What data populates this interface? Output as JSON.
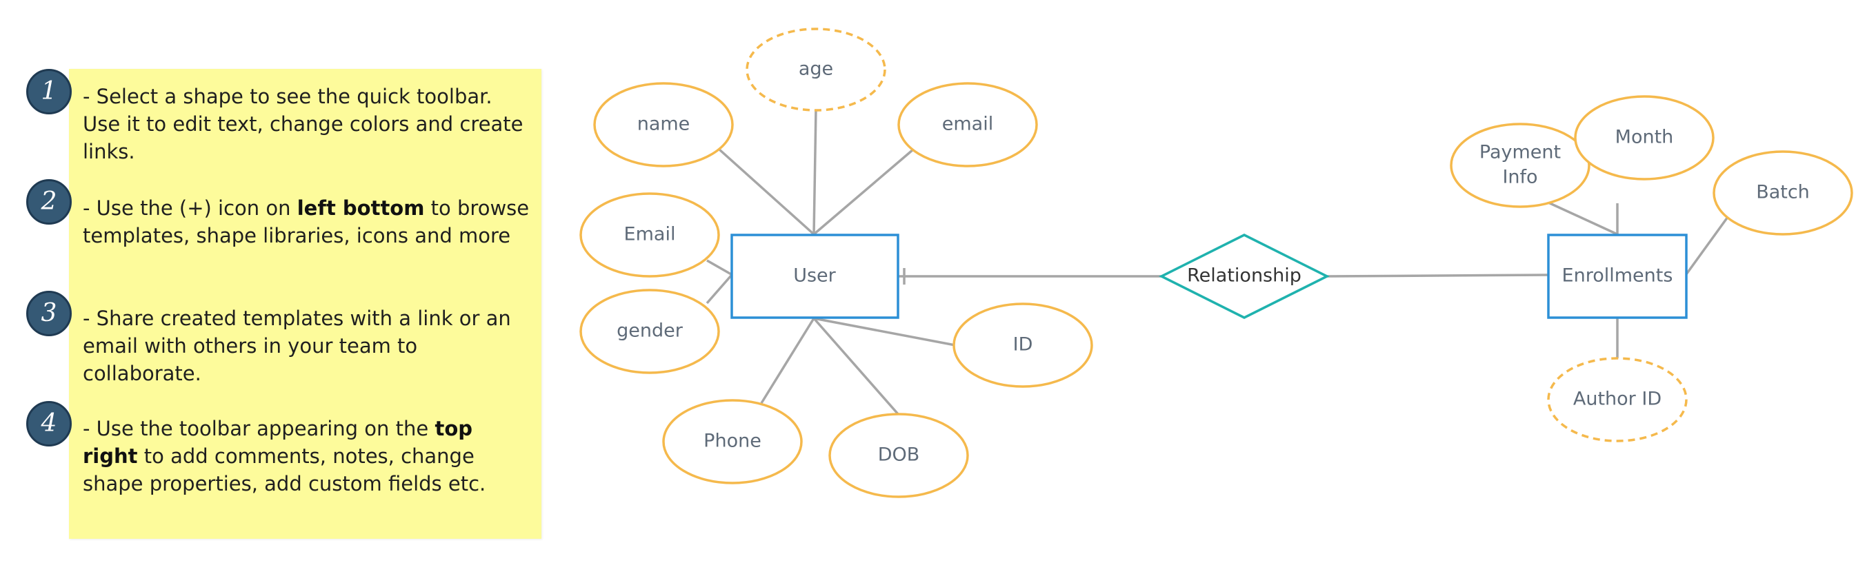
{
  "notes": {
    "items": [
      {
        "number": "1",
        "pre": " - Select a shape to see the quick toolbar. Use it to edit text, change colors and create links.",
        "bold": "",
        "post": ""
      },
      {
        "number": "2",
        "pre": " - Use the (+) icon on ",
        "bold": "left bottom",
        "post": " to browse templates, shape libraries, icons and more"
      },
      {
        "number": "3",
        "pre": " - Share created templates with a link or an email with others in your team to collaborate.",
        "bold": "",
        "post": ""
      },
      {
        "number": "4",
        "pre": "- Use the toolbar appearing on the ",
        "bold": "top right",
        "post": " to add comments, notes, change shape properties, add custom fields etc."
      }
    ]
  },
  "diagram": {
    "entities": {
      "user": "User",
      "enrollments": "Enrollments"
    },
    "relationship": "Relationship",
    "attributes": {
      "age": "age",
      "name": "name",
      "email_lower": "email",
      "email_cap": "Email",
      "gender": "gender",
      "id": "ID",
      "phone": "Phone",
      "dob": "DOB",
      "payment_line1": "Payment",
      "payment_line2": "Info",
      "month": "Month",
      "batch": "Batch",
      "author_id": "Author ID"
    },
    "colors": {
      "attribute": "#f5b94c",
      "entity": "#2c8fd6",
      "relationship": "#1fb2ae",
      "connector": "#a6a6a6",
      "note": "#fdfb9b",
      "badge": "#355975"
    }
  }
}
